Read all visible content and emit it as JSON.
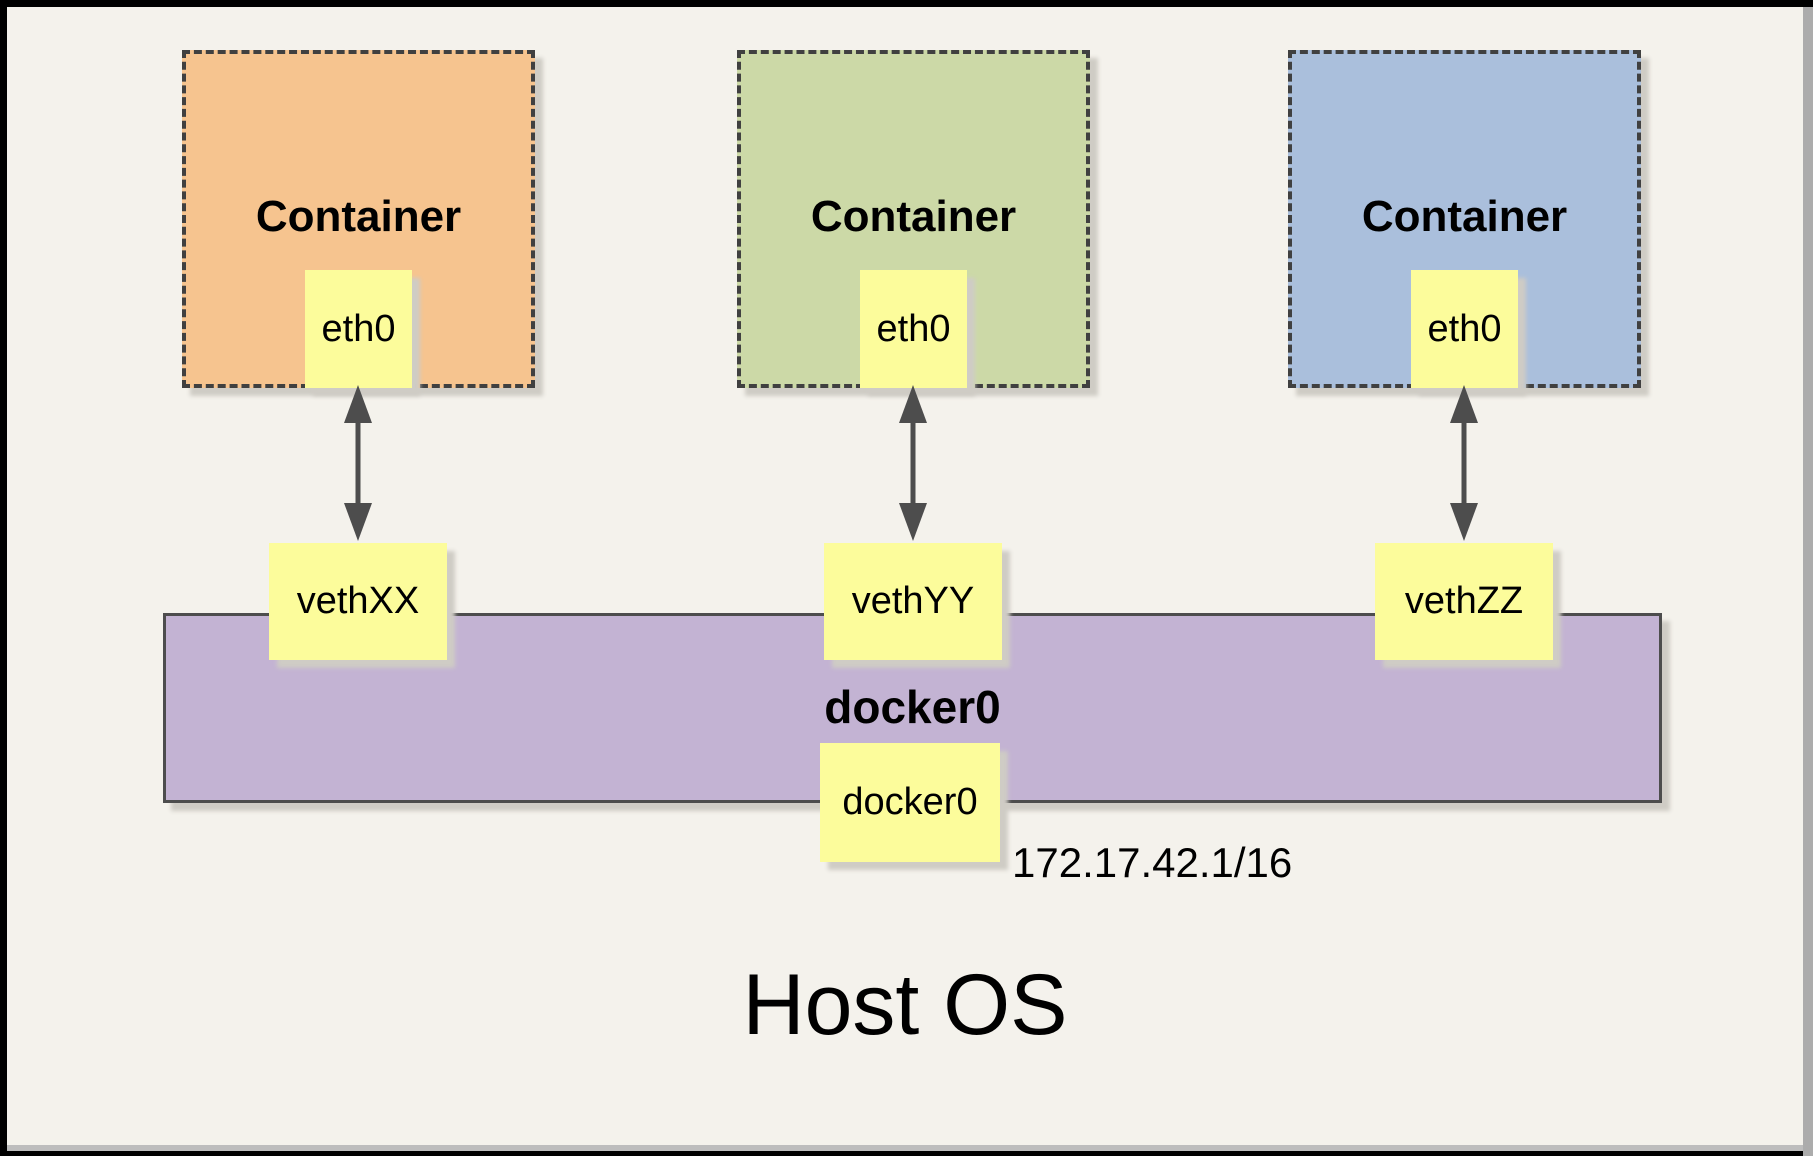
{
  "diagram": {
    "host_label": "Host OS",
    "bridge": {
      "name": "docker0",
      "interface": "docker0",
      "ip": "172.17.42.1/16"
    },
    "containers": [
      {
        "label": "Container",
        "interface": "eth0",
        "veth": "vethXX",
        "color": "#F6C48F"
      },
      {
        "label": "Container",
        "interface": "eth0",
        "veth": "vethYY",
        "color": "#CCD9A7"
      },
      {
        "label": "Container",
        "interface": "eth0",
        "veth": "vethZZ",
        "color": "#AABFDC"
      }
    ],
    "colors": {
      "background": "#F4F2EC",
      "frame": "#000000",
      "interface_box": "#FCFC9B",
      "bridge_bar": "#C3B3D3",
      "dashed_border": "#404040",
      "arrow": "#4D4D4D"
    }
  }
}
